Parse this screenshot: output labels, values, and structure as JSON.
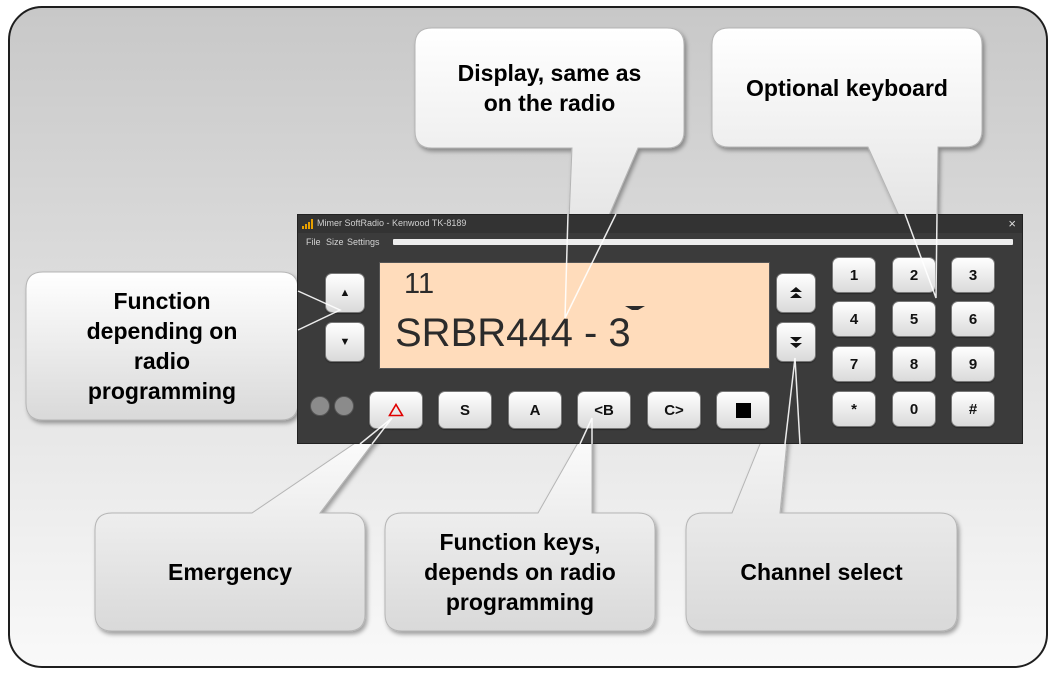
{
  "colors": {
    "display_bg": "#ffdcbb",
    "app_bg": "#3b3b3b",
    "emergency_red": "#e00000",
    "title_icon": "#e8a000"
  },
  "window": {
    "title": "Mimer SoftRadio - Kenwood TK-8189",
    "close_symbol": "×",
    "icon": "signal-bars-icon",
    "menu": [
      "File",
      "Size",
      "Settings"
    ]
  },
  "display": {
    "line1": "11",
    "line2": "SRBR444 - 3",
    "icon": "signal-indicator-icon"
  },
  "side_buttons": {
    "up": "▲",
    "down": "▼"
  },
  "channel_buttons": {
    "up": "▲",
    "down": "▼",
    "icon_up": "double-chevron-up-icon",
    "icon_down": "double-chevron-down-icon"
  },
  "function_keys": [
    {
      "label": "",
      "icon": "warning-triangle-icon"
    },
    {
      "label": "S"
    },
    {
      "label": "A"
    },
    {
      "label": "<B"
    },
    {
      "label": "C>"
    },
    {
      "label": "",
      "icon": "stop-square-icon"
    }
  ],
  "keypad": [
    "1",
    "2",
    "3",
    "4",
    "5",
    "6",
    "7",
    "8",
    "9",
    "*",
    "0",
    "#"
  ],
  "callouts": {
    "display": "Display, same as\non the radio",
    "keyboard": "Optional keyboard",
    "function_left": "Function\ndepending on\nradio\nprogramming",
    "emergency": "Emergency",
    "function_keys": "Function keys,\ndepends on radio\nprogramming",
    "channel": "Channel select"
  }
}
